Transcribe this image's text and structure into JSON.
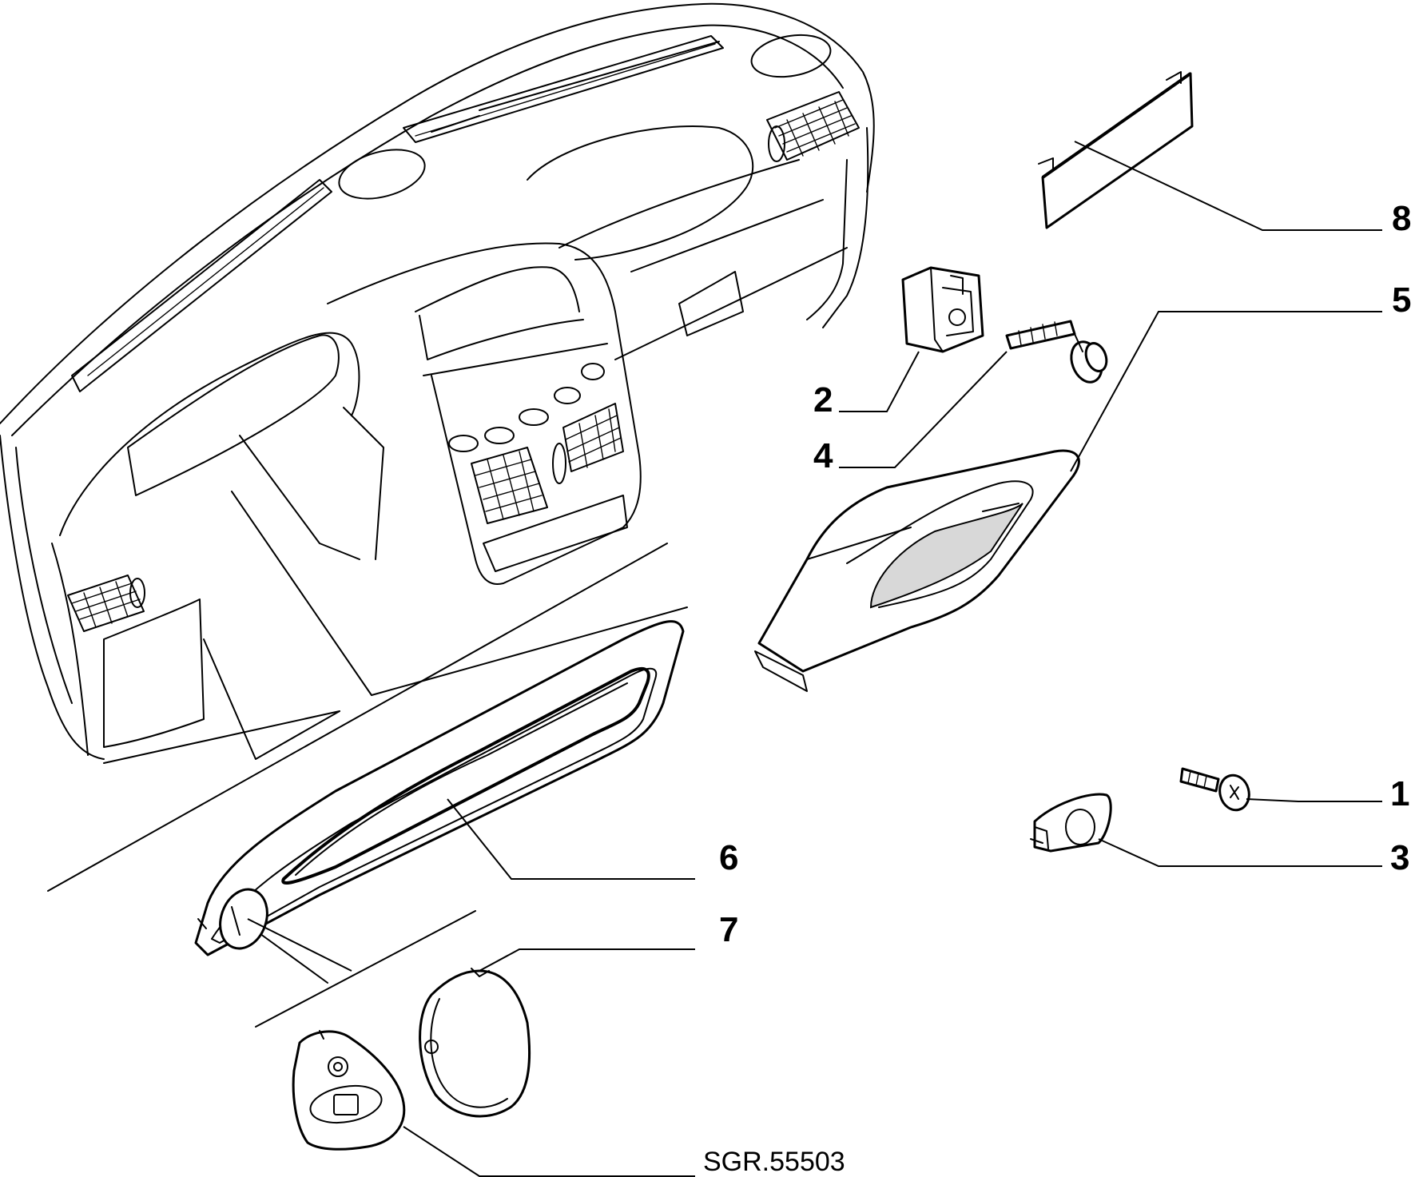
{
  "diagram": {
    "reference_code": "SGR.55503",
    "callouts": [
      {
        "number": "1",
        "part": "screw-small"
      },
      {
        "number": "2",
        "part": "clip-nut"
      },
      {
        "number": "3",
        "part": "retainer-clip"
      },
      {
        "number": "4",
        "part": "screw-large"
      },
      {
        "number": "5",
        "part": "glove-box"
      },
      {
        "number": "6",
        "part": "instrument-cluster-surround"
      },
      {
        "number": "7",
        "part": "round-cover"
      },
      {
        "number": "8",
        "part": "blanking-plate"
      }
    ]
  }
}
